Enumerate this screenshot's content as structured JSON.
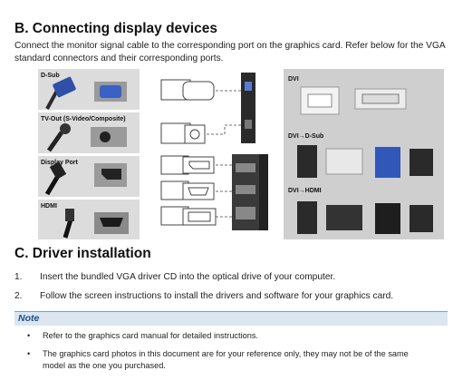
{
  "section_b": {
    "title": "B.   Connecting display devices"
  },
  "intro": "Connect the monitor signal cable to the corresponding port on the graphics card. Refer below for the VGA standard connectors and their corresponding ports.",
  "diagram": {
    "left_labels": [
      "D-Sub",
      "TV-Out (S-Video/Composite)",
      "Display Port",
      "HDMI"
    ],
    "right_labels": [
      "DVI",
      "DVI→D-Sub",
      "DVI→HDMI"
    ],
    "colors": {
      "panel": "#dcdcdc",
      "right_panel": "#cfcfcf",
      "connector_blue": "#2f4fa8",
      "dark": "#1e1e1e"
    }
  },
  "section_c": {
    "title": "C.   Driver installation"
  },
  "steps": [
    {
      "num": "1.",
      "text": "Insert the bundled VGA driver CD into the optical drive of your computer."
    },
    {
      "num": "2.",
      "text": "Follow the screen instructions to install the drivers and software for your graphics card."
    }
  ],
  "note": {
    "label": "Note",
    "bullets": [
      "Refer to the graphics card manual for detailed instructions.",
      "The graphics card photos in this document are for your reference only, they may not be of the same model as the one you purchased."
    ]
  }
}
